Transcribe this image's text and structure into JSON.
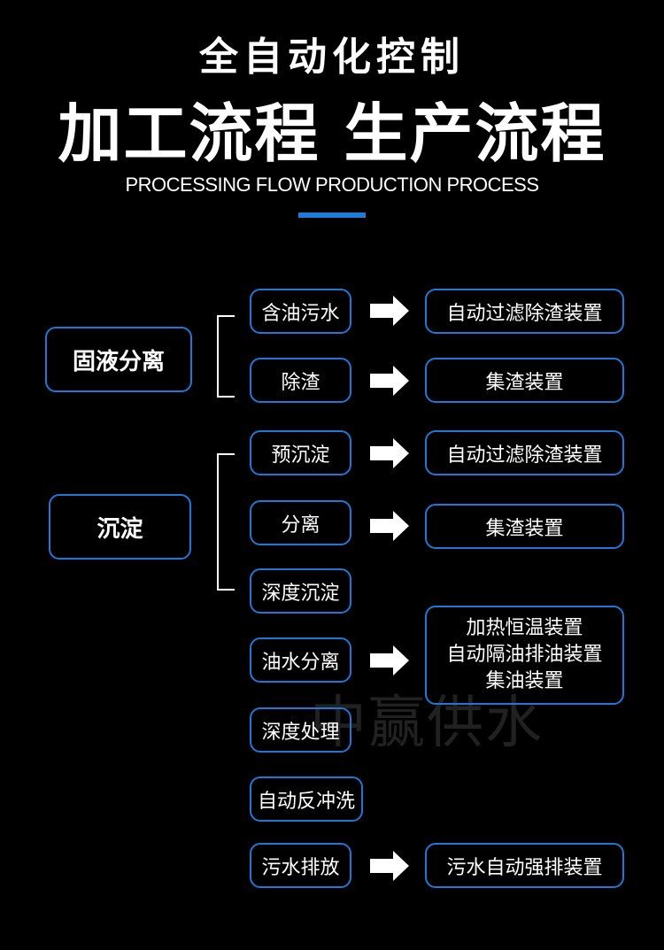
{
  "header": {
    "title_line1": "全自动化控制",
    "title_line2": "加工流程 生产流程",
    "subtitle": "PROCESSING FLOW  PRODUCTION PROCESS"
  },
  "colors": {
    "background": "#000000",
    "box_border": "#1f78d6",
    "accent": "#1e7bd8",
    "arrow": "#ffffff"
  },
  "categories": [
    "固液分离",
    "沉淀"
  ],
  "steps": [
    "含油污水",
    "除渣",
    "预沉淀",
    "分离",
    "深度沉淀",
    "油水分离",
    "深度处理",
    "自动反冲洗",
    "污水排放"
  ],
  "devices": {
    "d1": "自动过滤除渣装置",
    "d2": "集渣装置",
    "d3": "自动过滤除渣装置",
    "d4": "集渣装置",
    "d5": [
      "加热恒温装置",
      "自动隔油排油装置",
      "集油装置"
    ],
    "d6": "污水自动强排装置"
  },
  "watermark": "中赢供水"
}
